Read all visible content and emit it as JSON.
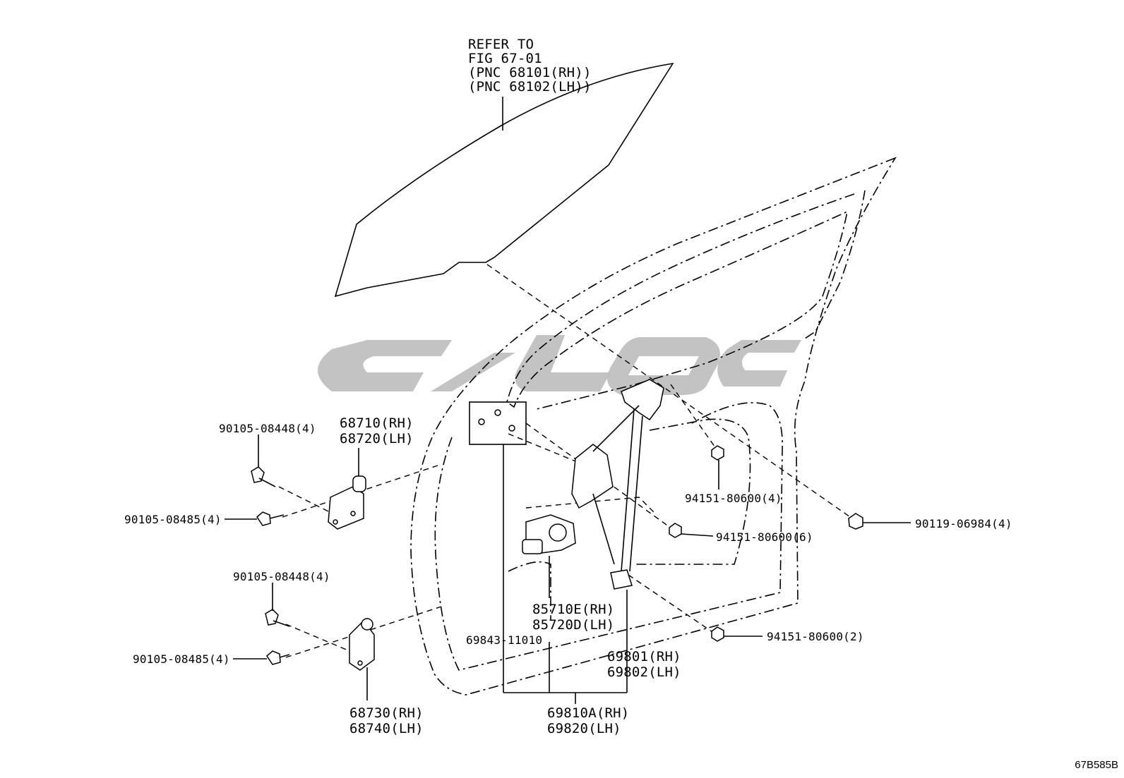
{
  "diagram": {
    "refer": [
      "REFER TO",
      "FIG 67-01",
      "(PNC 68101(RH))",
      "(PNC 68102(LH))"
    ],
    "callouts": {
      "bolt_upper_a": "90105-08448(4)",
      "bolt_upper_b": "90105-08485(4)",
      "bolt_lower_a": "90105-08448(4)",
      "bolt_lower_b": "90105-08485(4)",
      "hinge_upper": [
        "68710(RH)",
        "68720(LH)"
      ],
      "hinge_lower": [
        "68730(RH)",
        "68740(LH)"
      ],
      "nut_upper": "94151-80600(4)",
      "nut_middle": "94151-80600(6)",
      "nut_lower": "94151-80600(2)",
      "bolt_right": "90119-06984(4)",
      "motor": [
        "85710E(RH)",
        "85720D(LH)"
      ],
      "screw": "69843-11010",
      "regulator": [
        "69801(RH)",
        "69802(LH)"
      ],
      "assembly": [
        "69810A(RH)",
        "69820(LH)"
      ]
    },
    "figure_code": "67B585B"
  }
}
